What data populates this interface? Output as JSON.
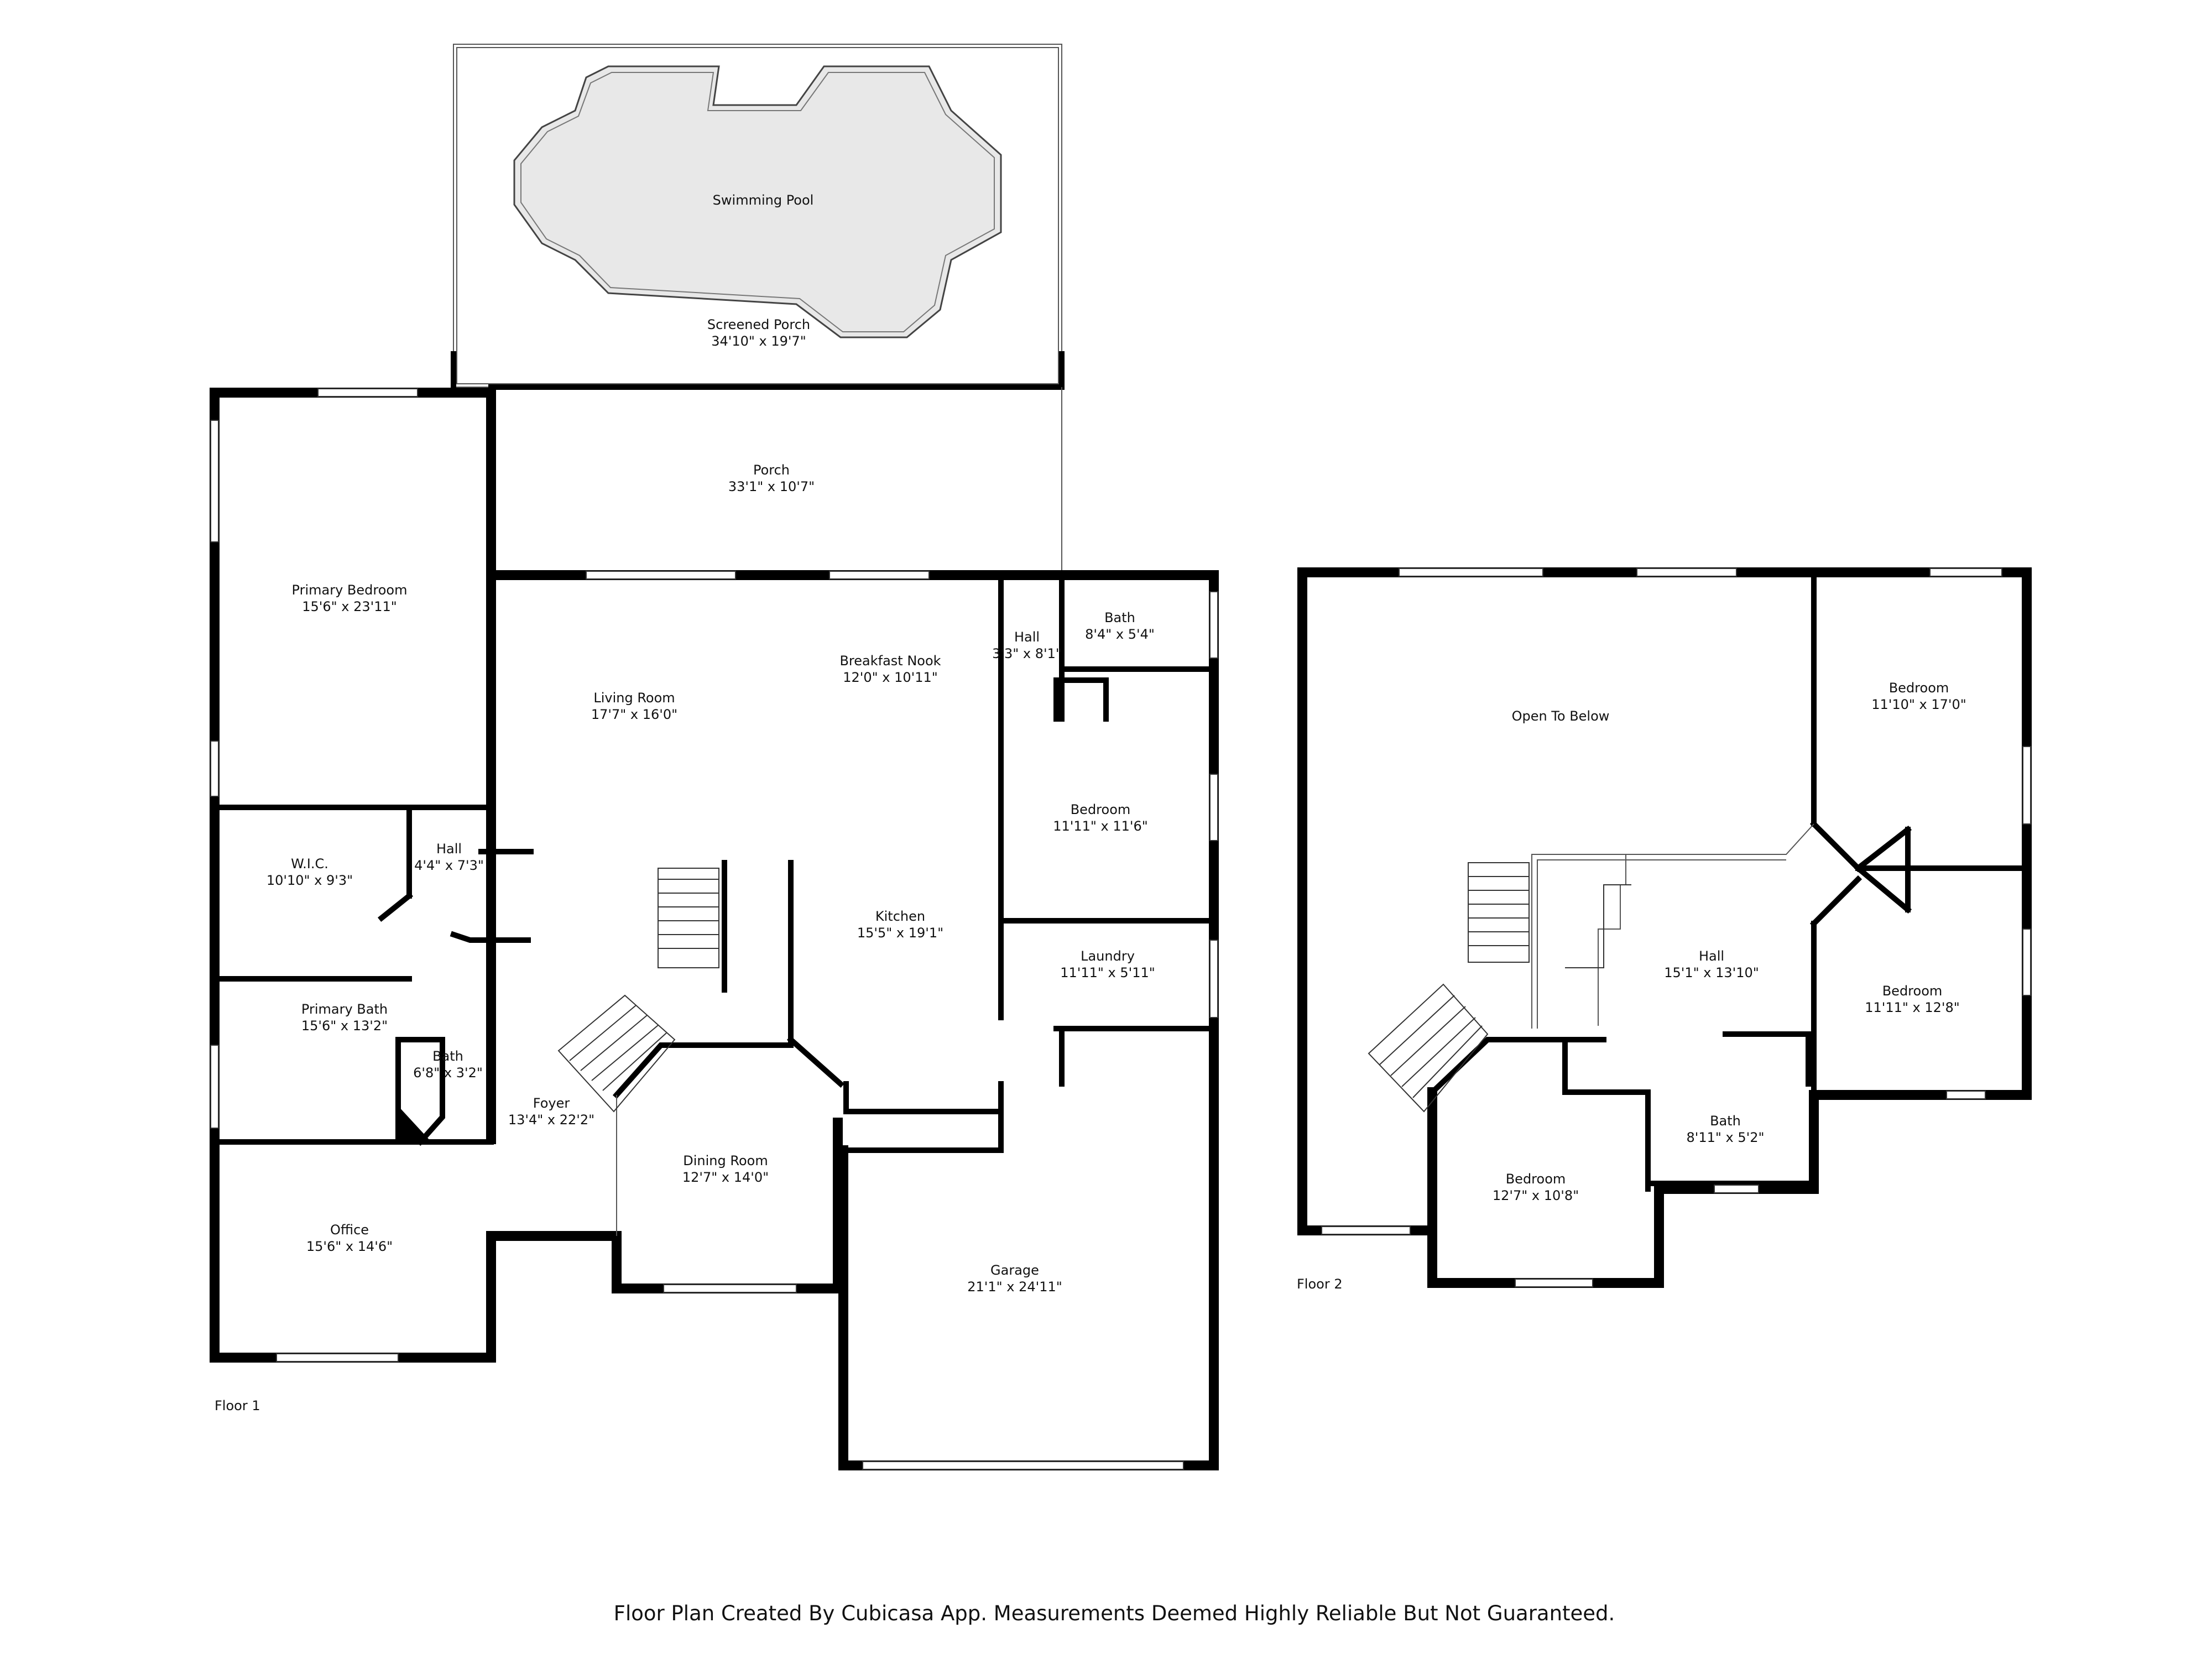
{
  "floor1": {
    "label": "Floor 1",
    "rooms": [
      {
        "name": "Swimming Pool",
        "dims": ""
      },
      {
        "name": "Screened Porch",
        "dims": "34'10\" x 19'7\""
      },
      {
        "name": "Porch",
        "dims": "33'1\" x 10'7\""
      },
      {
        "name": "Primary Bedroom",
        "dims": "15'6\" x 23'11\""
      },
      {
        "name": "Living Room",
        "dims": "17'7\" x 16'0\""
      },
      {
        "name": "Breakfast Nook",
        "dims": "12'0\" x 10'11\""
      },
      {
        "name": "Hall",
        "dims": "3'3\" x 8'1\""
      },
      {
        "name": "Bath",
        "dims": "8'4\" x 5'4\""
      },
      {
        "name": "Bedroom",
        "dims": "11'11\" x 11'6\""
      },
      {
        "name": "W.I.C.",
        "dims": "10'10\" x 9'3\""
      },
      {
        "name": "Hall",
        "dims": "4'4\" x 7'3\""
      },
      {
        "name": "Kitchen",
        "dims": "15'5\" x 19'1\""
      },
      {
        "name": "Laundry",
        "dims": "11'11\" x 5'11\""
      },
      {
        "name": "Primary Bath",
        "dims": "15'6\" x 13'2\""
      },
      {
        "name": "Bath",
        "dims": "6'8\" x 3'2\""
      },
      {
        "name": "Foyer",
        "dims": "13'4\" x 22'2\""
      },
      {
        "name": "Dining Room",
        "dims": "12'7\" x 14'0\""
      },
      {
        "name": "Office",
        "dims": "15'6\" x 14'6\""
      },
      {
        "name": "Garage",
        "dims": "21'1\" x 24'11\""
      }
    ]
  },
  "floor2": {
    "label": "Floor 2",
    "rooms": [
      {
        "name": "Open To Below",
        "dims": ""
      },
      {
        "name": "Bedroom",
        "dims": "11'10\" x 17'0\""
      },
      {
        "name": "Hall",
        "dims": "15'1\" x 13'10\""
      },
      {
        "name": "Bedroom",
        "dims": "11'11\" x 12'8\""
      },
      {
        "name": "Bath",
        "dims": "8'11\" x 5'2\""
      },
      {
        "name": "Bedroom",
        "dims": "12'7\" x 10'8\""
      }
    ]
  },
  "disclaimer": "Floor Plan Created By Cubicasa App. Measurements Deemed Highly Reliable But Not Guaranteed.",
  "colors": {
    "wall": "#000000",
    "pool": "#e8e8e8",
    "background": "#ffffff"
  }
}
